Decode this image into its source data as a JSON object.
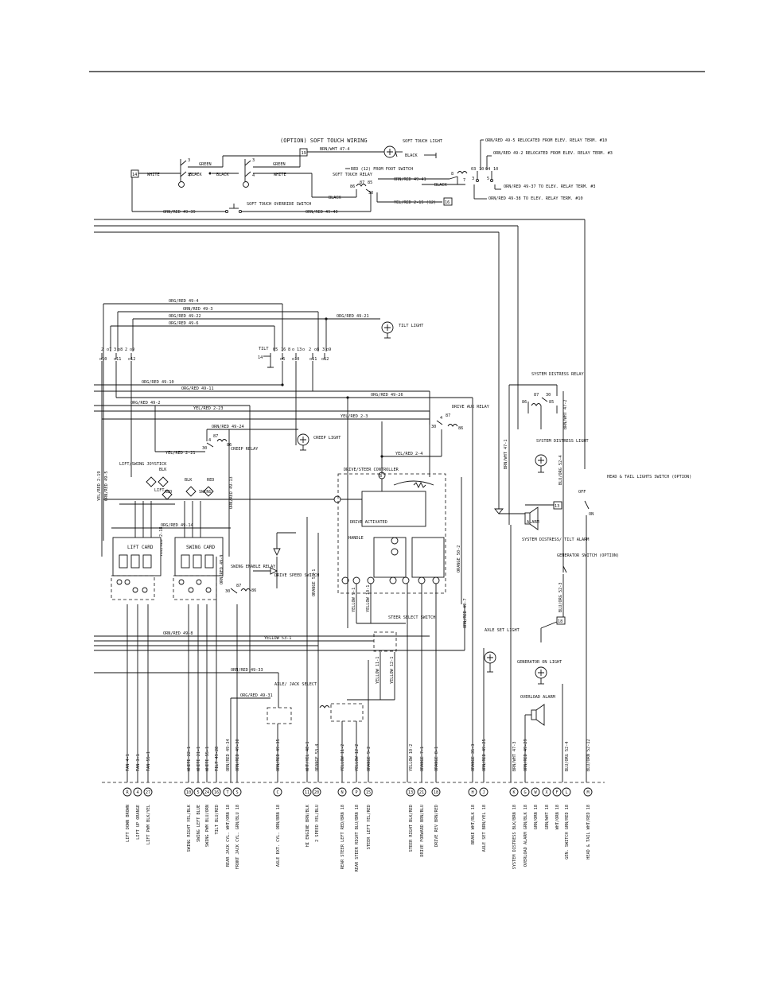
{
  "title": "(OPTION) SOFT TOUCH WIRING",
  "soft_touch": {
    "light": "SOFT TOUCH LIGHT",
    "relay": "SOFT TOUCH RELAY",
    "override": "SOFT TOUCH OVERRIDE SWITCH",
    "from_foot": "RED (12) FROM FOOT SWITCH",
    "terminals": [
      "19",
      "14",
      "16"
    ],
    "labels": {
      "brn_wht": "BRN/WHT 47-4",
      "black": "BLACK",
      "green": "GREEN",
      "white": "WHITE",
      "orn_red_49_41": "ORN/RED 49-41",
      "orn_red_49_39": "ORN/RED 49-39",
      "orn_red_49_40": "ORN/RED 49-40",
      "yel_red_2_15": "YEL/RED 2-15 (12)"
    },
    "relocation_notes": [
      "ORN/RED 49-5 RELOCATED FROM ELEV. RELAY TERM. #10",
      "ORN/RED 49-2 RELOCATED FROM ELEV. RELAY TERM. #3",
      "ORN/RED 49-37 TO ELEV. RELAY TERM. #3",
      "ORN/RED 49-38 TO ELEV. RELAY TERM. #10"
    ]
  },
  "components": {
    "tilt": "TILT",
    "tilt_light": "TILT LIGHT",
    "creep_light": "CREEP LIGHT",
    "creep_relay": "CREEP RELAY",
    "drive_aux_relay": "DRIVE AUX RELAY",
    "system_distress_relay": "SYSTEM DISTRESS RELAY",
    "system_distress_light": "SYSTEM DISTRESS LIGHT",
    "system_distress_alarm": "SYSTEM DISTRESS/ TILT ALARM",
    "alarm": "ALARM",
    "head_tail_switch": "HEAD & TAIL LIGHTS SWITCH (OPTION)",
    "generator_switch": "GENERATOR SWITCH (OPTION)",
    "generator_light": "GENERATOR ON LIGHT",
    "overload_alarm": "OVERLOAD ALARM",
    "axle_set_light": "AXLE SET LIGHT",
    "joystick": "LIFT/SWING JOYSTICK",
    "lift_card": "LIFT CARD",
    "swing_card": "SWING CARD",
    "swing_enable_relay": "SWING ENABLE RELAY",
    "drive_speed_switch": "DRIVE SPEED SWITCH",
    "drive_controller": "DRIVE/STEER CONTROLLER",
    "steer_select": "STEER SELECT SWITCH",
    "axle_jack_select": "AXLE/ JACK SELECT",
    "handle": "HANDLE",
    "drive_activated": "DRIVE ACTIVATED",
    "on": "ON",
    "off": "OFF"
  },
  "wires": {
    "w49_4": "ORG/RED 49-4",
    "w49_3": "ORN/RED 49-3",
    "w49_22": "ORG/RED 49-22",
    "w49_6": "ORG/RED 49-6",
    "w49_21": "ORG/RED 49-21",
    "w49_10": "ORG/RED 49-10",
    "w49_11": "ORG/RED 49-11",
    "w49_2": "ORG/RED 49-2",
    "w49_26": "ORG/RED 49-26",
    "w2_23": "YEL/RED 2-23",
    "w2_3": "YEL/RED 2-3",
    "w49_24": "ORN/RED 49-24",
    "w2_21": "YEL/RED 2-21",
    "w2_4": "YEL/RED 2-4",
    "w2_19": "YEL/RED 2-19",
    "w49_5": "ORN/RED 49-5",
    "w49_13": "ORN/RED 49-13",
    "w49_14": "ORG/RED 49-14",
    "w2_18": "YEL/RED 2-18",
    "w49_9": "ORN/RED 49-9",
    "w49_8": "ORN/RED 49-8",
    "y53_1": "YELLOW 53-1",
    "w49_33": "ORN/RED 49-33",
    "w49_31": "ORG/RED 49-31",
    "bw47_1": "BRN/WHT 47-1",
    "bw47_2": "BRN/WHT 47-2",
    "bo52_4": "BLU/ORG 52-4",
    "bo52_3": "BLU/ORG 52-3",
    "o53_1": "ORANGE 53-1",
    "o50_2": "ORANGE 50-2",
    "w49_7": "ORN/RED 49-7",
    "y9_1": "YELLOW 9-1",
    "y10_1": "YELLOW 10-1",
    "y11_1": "YELLOW 11-1",
    "y12_1": "YELLOW 12-1"
  },
  "pins": [
    {
      "pin": "R",
      "wire": "TAN 4-1",
      "dest": "LIFT DOWN BROWN"
    },
    {
      "pin": "4",
      "wire": "TAN 3-1",
      "dest": "LIFT UP ORANGE"
    },
    {
      "pin": "27",
      "wire": "TAN 55-1",
      "dest": "LIFT PWM BLK/YEL"
    },
    {
      "pin": "10",
      "wire": "WHITE 22-1",
      "dest": "SWING RIGHT YEL/BLK"
    },
    {
      "pin": "5",
      "wire": "WHITE 21-1",
      "dest": "SWING LEFT BLUE"
    },
    {
      "pin": "24",
      "wire": "WHITE 55-1",
      "dest": "SWING PWM BLU/ORN"
    },
    {
      "pin": "16",
      "wire": "TILT 49-28",
      "dest": "TILT BLU/RED"
    },
    {
      "pin": "T",
      "wire": "ORN/RED 49-34",
      "dest": "REAR JACK CYL. WHT/ORN 18"
    },
    {
      "pin": "S",
      "wire": "ORN/RED 49-30",
      "dest": "FRONT JACK CYL. GRN/BLU 18"
    },
    {
      "pin": "C",
      "wire": "ORN/RED 49-35",
      "dest": "AXLE EXT. CYL. ORN/BRN 18"
    },
    {
      "pin": "11",
      "wire": "WHT/YEL 48-1",
      "dest": "HI ENGINE BRN/BLK"
    },
    {
      "pin": "20",
      "wire": "ORANGE 53-4",
      "dest": "2 SPEED YEL/BLU"
    },
    {
      "pin": "N",
      "wire": "YELLOW 11-2",
      "dest": "REAR STEER LEFT RED/BRN 18"
    },
    {
      "pin": "P",
      "wire": "YELLOW 12-2",
      "dest": "REAR STEER RIGHT BLU/BRN 18"
    },
    {
      "pin": "15",
      "wire": "ORANGE 9-2",
      "dest": "STEER LEFT YEL/RED"
    },
    {
      "pin": "13",
      "wire": "YELLOW 10-2",
      "dest": "STEER RIGHT BLK/RED"
    },
    {
      "pin": "21",
      "wire": "ORANGE 7-1",
      "dest": "DRIVE FORWARD BRN/BLU"
    },
    {
      "pin": "18",
      "wire": "ORANGE 8-1",
      "dest": "DRIVE REV BRN/RED"
    },
    {
      "pin": "H",
      "wire": "ORANGE 35-3",
      "dest": "BRAKE WHT/BLK 18"
    },
    {
      "pin": "J",
      "wire": "ORN/RED 49-25",
      "dest": "AXLE SET BRN/YEL 18"
    },
    {
      "pin": "K",
      "wire": "BRN/WHT 47-3",
      "dest": "SYSTEM DISTRESS BLK/BRN 18"
    },
    {
      "pin": "G",
      "wire": "ORN/RED 49-29",
      "dest": "OVERLOAD ALARM GRN/BLK 18"
    },
    {
      "pin": "W",
      "wire": "",
      "dest": "GRN/ORN 18"
    },
    {
      "pin": "X",
      "wire": "",
      "dest": "GRN/WHT 18"
    },
    {
      "pin": "F",
      "wire": "",
      "dest": "WHT/ORN 18"
    },
    {
      "pin": "L",
      "wire": "BLU/ORG 52-4",
      "dest": "GEN. SWITCH GRN/RED 18"
    },
    {
      "pin": "M",
      "wire": "BLU/ORN 52-12",
      "dest": "HEAD & TAIL WHT/RED 18"
    }
  ]
}
